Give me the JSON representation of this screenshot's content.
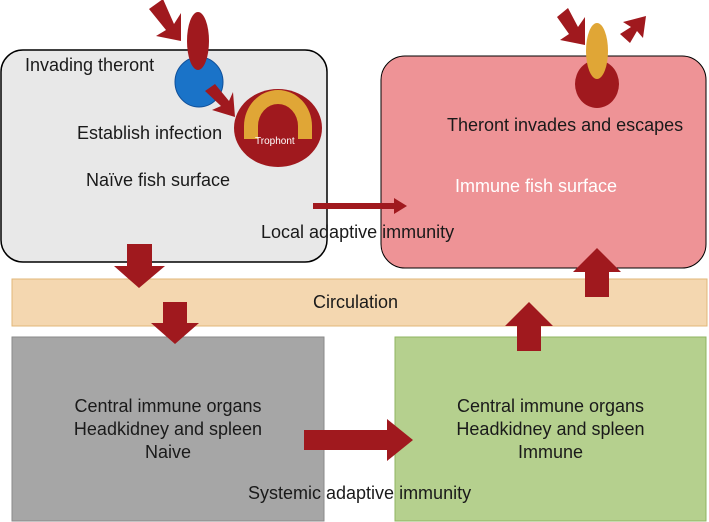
{
  "naive_surface": {
    "invading_label": "Invading theront",
    "establish_label": "Establish infection",
    "trophont_label": "Trophont",
    "surface_label": "Naïve fish surface"
  },
  "immune_surface": {
    "invades_label": "Theront invades and escapes",
    "surface_label": "Immune fish surface"
  },
  "local_immunity_label": "Local adaptive immunity",
  "circulation_label": "Circulation",
  "naive_organs": {
    "line1": "Central immune organs",
    "line2": "Headkidney and spleen",
    "line3": "Naive"
  },
  "immune_organs": {
    "line1": "Central immune organs",
    "line2": "Headkidney and spleen",
    "line3": "Immune"
  },
  "systemic_immunity_label": "Systemic adaptive immunity",
  "colors": {
    "naive_box": "#e8e8e8",
    "immune_box": "#ee9396",
    "circulation_band": "#f4d7b0",
    "naive_organ_box": "#a6a6a6",
    "immune_organ_box": "#b5d08e",
    "arrow": "#a0191e",
    "theront_blue": "#1a73c8",
    "trophont_gold": "#e0a636"
  }
}
